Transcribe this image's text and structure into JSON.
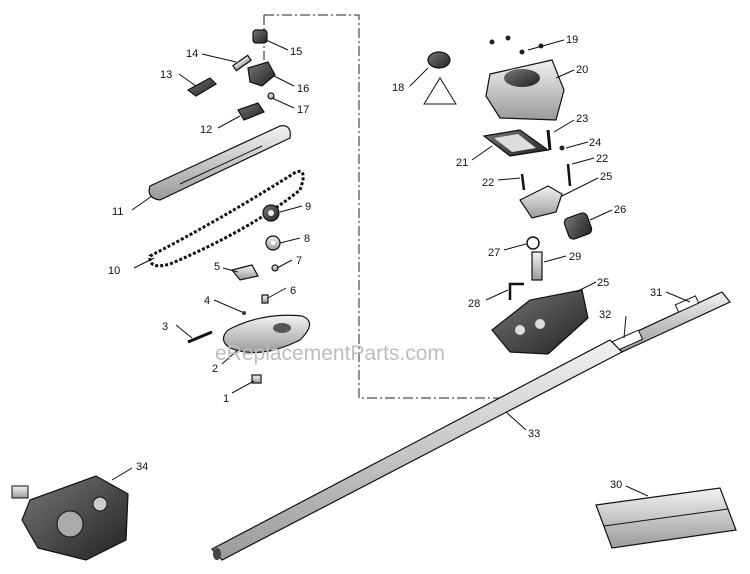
{
  "watermark": "eReplacementParts.com",
  "callouts": {
    "p1": "1",
    "p2": "2",
    "p3": "3",
    "p4": "4",
    "p5": "5",
    "p6": "6",
    "p7": "7",
    "p8": "8",
    "p9": "9",
    "p10": "10",
    "p11": "11",
    "p12": "12",
    "p13": "13",
    "p14": "14",
    "p15": "15",
    "p16": "16",
    "p17": "17",
    "p18": "18",
    "p19": "19",
    "p20": "20",
    "p21": "21",
    "p22a": "22",
    "p22b": "22",
    "p23": "23",
    "p24": "24",
    "p25a": "25",
    "p25b": "25",
    "p26": "26",
    "p27": "27",
    "p28": "28",
    "p29": "29",
    "p30": "30",
    "p31": "31",
    "p32": "32",
    "p33": "33",
    "p34": "34"
  }
}
